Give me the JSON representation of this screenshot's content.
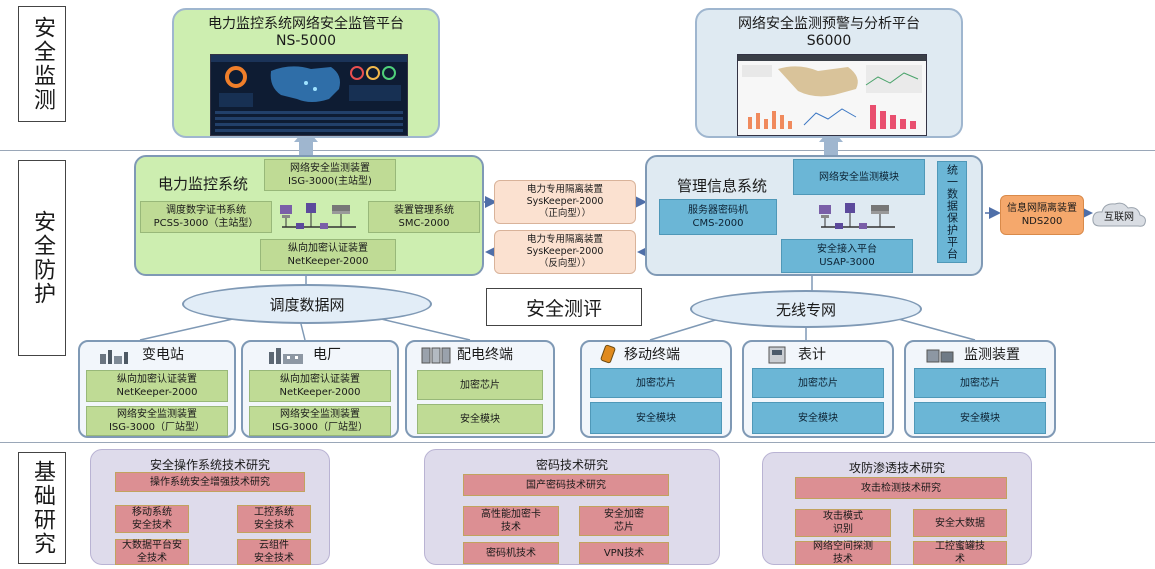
{
  "rows": [
    "安全监测",
    "安全防护",
    "基础研究"
  ],
  "monitoring": {
    "left": {
      "title": "电力监控系统网络安全监管平台",
      "model": "NS-5000"
    },
    "right": {
      "title": "网络安全监测预警与分析平台",
      "model": "S6000"
    }
  },
  "power_system": {
    "title": "电力监控系统",
    "monitor_device": [
      "网络安全监测装置",
      "ISG-3000(主站型)"
    ],
    "cert_system": [
      "调度数字证书系统",
      "PCSS-3000（主站型）"
    ],
    "device_mgmt": [
      "装置管理系统",
      "SMC-2000"
    ],
    "vertical_auth": [
      "纵向加密认证装置",
      "NetKeeper-2000"
    ]
  },
  "isolation": {
    "forward": [
      "电力专用隔离装置",
      "SysKeeper-2000",
      "（正向型））"
    ],
    "reverse": [
      "电力专用隔离装置",
      "SysKeeper-2000",
      "（反向型））"
    ]
  },
  "mis": {
    "title": "管理信息系统",
    "monitor_module": "网络安全监测模块",
    "crypto_machine": [
      "服务器密码机",
      "CMS-2000"
    ],
    "access_platform": [
      "安全接入平台",
      "USAP-3000"
    ],
    "unified": "统一数据保护平台"
  },
  "nds": [
    "信息网隔离装置",
    "NDS200"
  ],
  "internet": "互联网",
  "networks": {
    "dispatch": "调度数据网",
    "wireless": "无线专网"
  },
  "evaluation": "安全测评",
  "sites": [
    {
      "name": "变电站",
      "boxes": [
        [
          "纵向加密认证装置",
          "NetKeeper-2000"
        ],
        [
          "网络安全监测装置",
          "ISG-3000（厂站型）"
        ]
      ]
    },
    {
      "name": "电厂",
      "boxes": [
        [
          "纵向加密认证装置",
          "NetKeeper-2000"
        ],
        [
          "网络安全监测装置",
          "ISG-3000（厂站型）"
        ]
      ]
    },
    {
      "name": "配电终端",
      "boxes": [
        [
          "加密芯片"
        ],
        [
          "安全模块"
        ]
      ]
    },
    {
      "name": "移动终端",
      "boxes": [
        [
          "加密芯片"
        ],
        [
          "安全模块"
        ]
      ]
    },
    {
      "name": "表计",
      "boxes": [
        [
          "加密芯片"
        ],
        [
          "安全模块"
        ]
      ]
    },
    {
      "name": "监测装置",
      "boxes": [
        [
          "加密芯片"
        ],
        [
          "安全模块"
        ]
      ]
    }
  ],
  "research": [
    {
      "title": "安全操作系统技术研究",
      "main": "操作系统安全增强技术研究",
      "items": [
        [
          "移动系统",
          "安全技术"
        ],
        [
          "工控系统",
          "安全技术"
        ],
        [
          "大数据平台安",
          "全技术"
        ],
        [
          "云组件",
          "安全技术"
        ]
      ]
    },
    {
      "title": "密码技术研究",
      "main": "国产密码技术研究",
      "items": [
        [
          "高性能加密卡",
          "技术"
        ],
        [
          "安全加密",
          "芯片"
        ],
        [
          "密码机技术"
        ],
        [
          "VPN技术"
        ]
      ]
    },
    {
      "title": "攻防渗透技术研究",
      "main": "攻击检测技术研究",
      "items": [
        [
          "攻击模式",
          "识别"
        ],
        [
          "安全大数据"
        ],
        [
          "网络空间探测",
          "技术"
        ],
        [
          "工控蜜罐技",
          "术"
        ]
      ]
    }
  ],
  "colors": {
    "green_box": "#bfdb95",
    "blue_box": "#6bb6d6",
    "research_box": "#dc8f93",
    "platform_green": "#cdeeb0",
    "platform_blue": "#dfeaf2"
  }
}
